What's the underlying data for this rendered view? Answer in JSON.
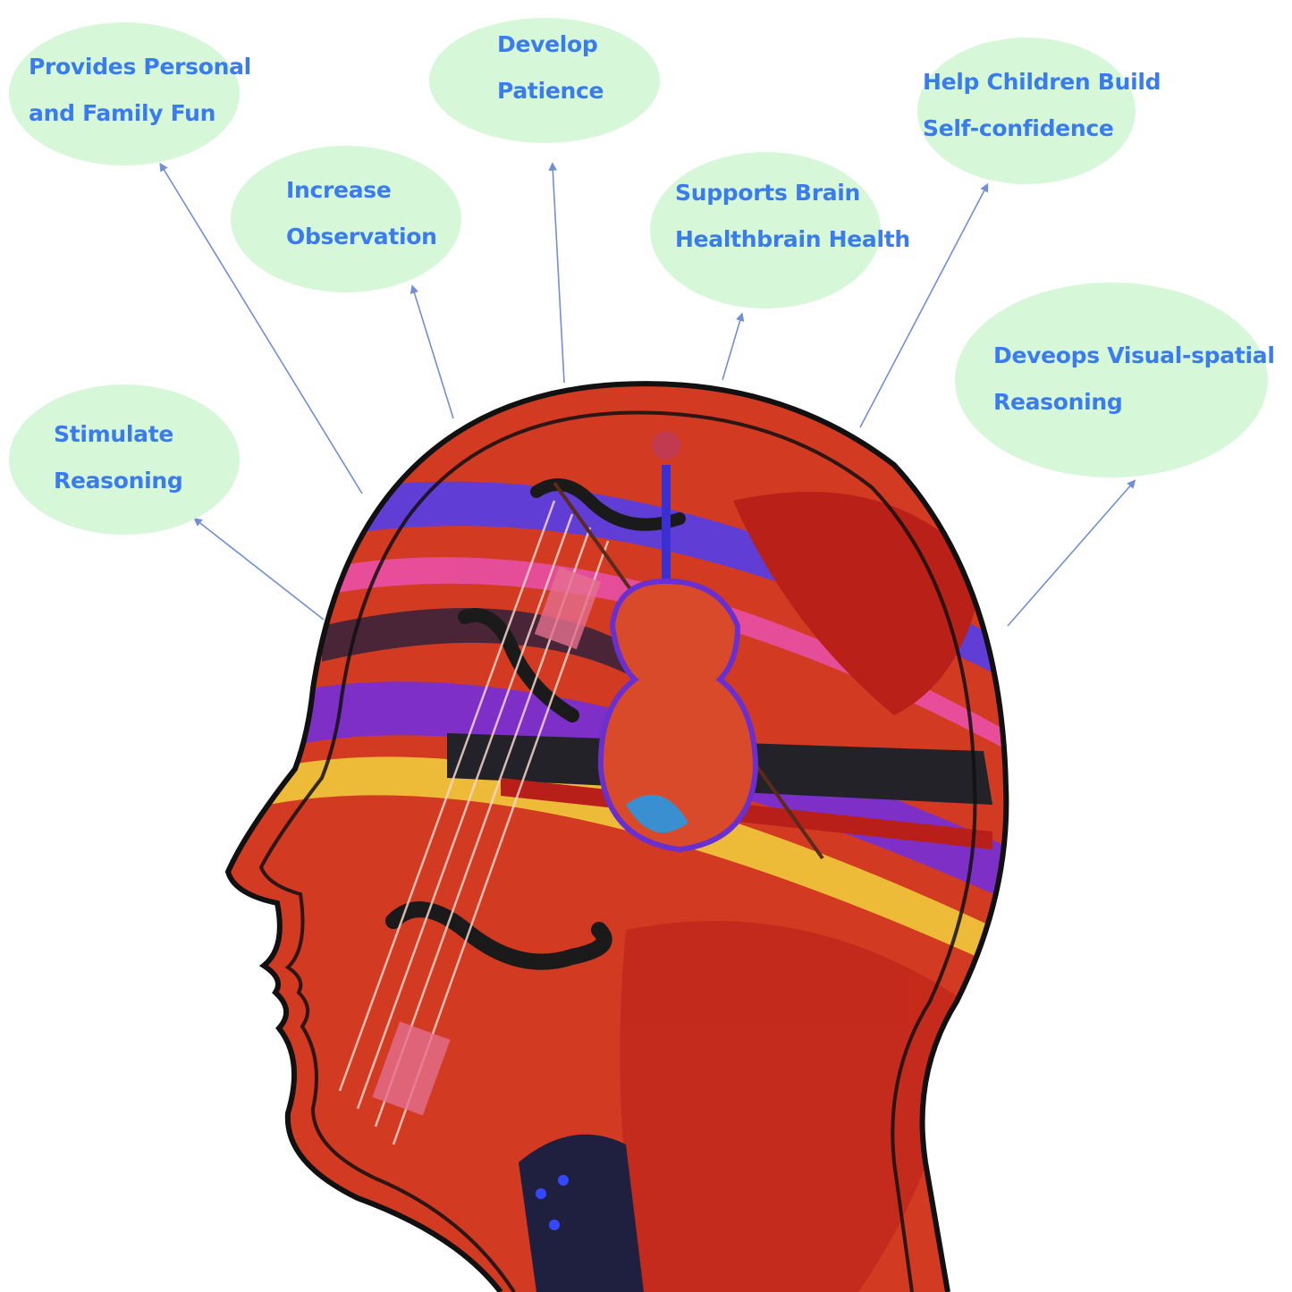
{
  "colors": {
    "bubble_fill": "#d6f8d8",
    "label_text": "#3a7cf0",
    "connector_line": "#6f8fd8",
    "head_outline": "#111111",
    "head_fill_primary": "#d23a22",
    "head_pattern_accent": "#7a2fd0"
  },
  "bubbles": {
    "family_fun": {
      "line1": "Provides Personal",
      "line2": "and Family Fun"
    },
    "patience": {
      "line1": "Develop",
      "line2": "Patience"
    },
    "self_confidence": {
      "line1": "Help Children Build",
      "line2": "Self-confidence"
    },
    "observation": {
      "line1": "Increase",
      "line2": "Observation"
    },
    "brain_health": {
      "line1": "Supports Brain",
      "line2": "Healthbrain Health"
    },
    "visual_spatial": {
      "line1": "Deveops Visual-spatial",
      "line2": "Reasoning"
    },
    "reasoning": {
      "line1": "Stimulate",
      "line2": "Reasoning"
    }
  },
  "illustration": {
    "subject": "head-silhouette-profile",
    "inner_artwork": "violin-and-bow-patterned-collage"
  }
}
